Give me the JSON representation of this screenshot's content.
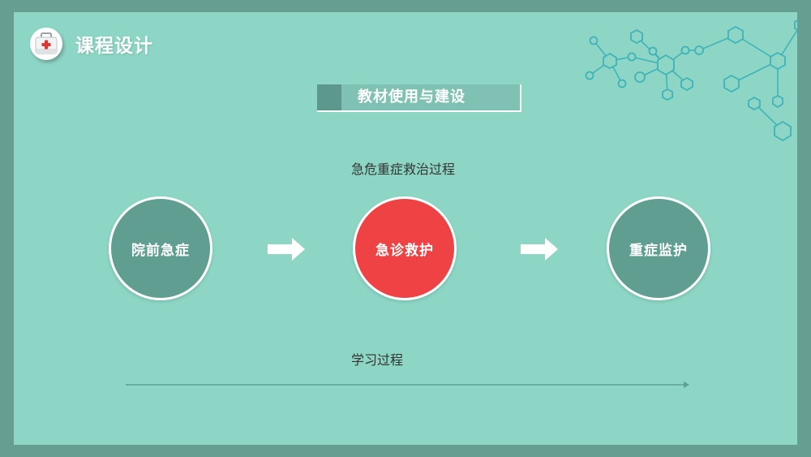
{
  "header": {
    "title": "课程设计",
    "icon": "first-aid-kit-icon"
  },
  "section": {
    "title": "教材使用与建设"
  },
  "flow": {
    "caption": "急危重症救治过程",
    "stages": [
      {
        "label": "院前急症",
        "color": "#5f9e90"
      },
      {
        "label": "急诊救护",
        "color": "#ef4244"
      },
      {
        "label": "重症监护",
        "color": "#5f9e90"
      }
    ]
  },
  "learning": {
    "caption": "学习过程"
  },
  "colors": {
    "background": "#8dd6c6",
    "frame": "#669e92",
    "accent_red": "#ef4244",
    "stage_teal": "#5f9e90",
    "decoration_line": "#3fb3b8"
  }
}
